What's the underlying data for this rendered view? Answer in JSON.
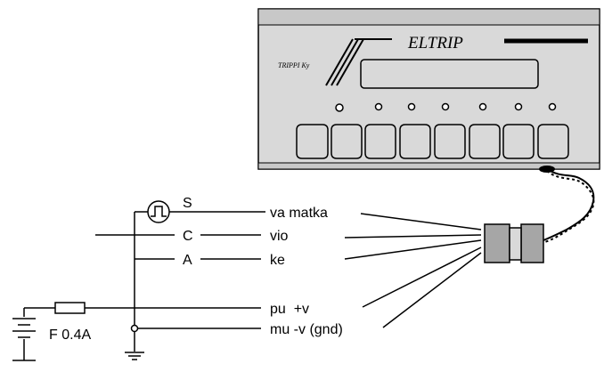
{
  "device": {
    "brand": "ELTRIP",
    "maker": "TRIPPI Ky",
    "leds": 7,
    "keys": 8
  },
  "terminals": {
    "s": "S",
    "c": "C",
    "a": "A"
  },
  "wires": {
    "w1": "va matka",
    "w2": "vio",
    "w3": "ke",
    "w4": "pu  +v",
    "w5": "mu -v (gnd)"
  },
  "fuse": {
    "label": "F 0.4A"
  },
  "colors": {
    "panel": "#d9d9d9",
    "panel_stripe": "#c8c8c8",
    "connector": "#a6a6a6",
    "ink": "#000000"
  }
}
